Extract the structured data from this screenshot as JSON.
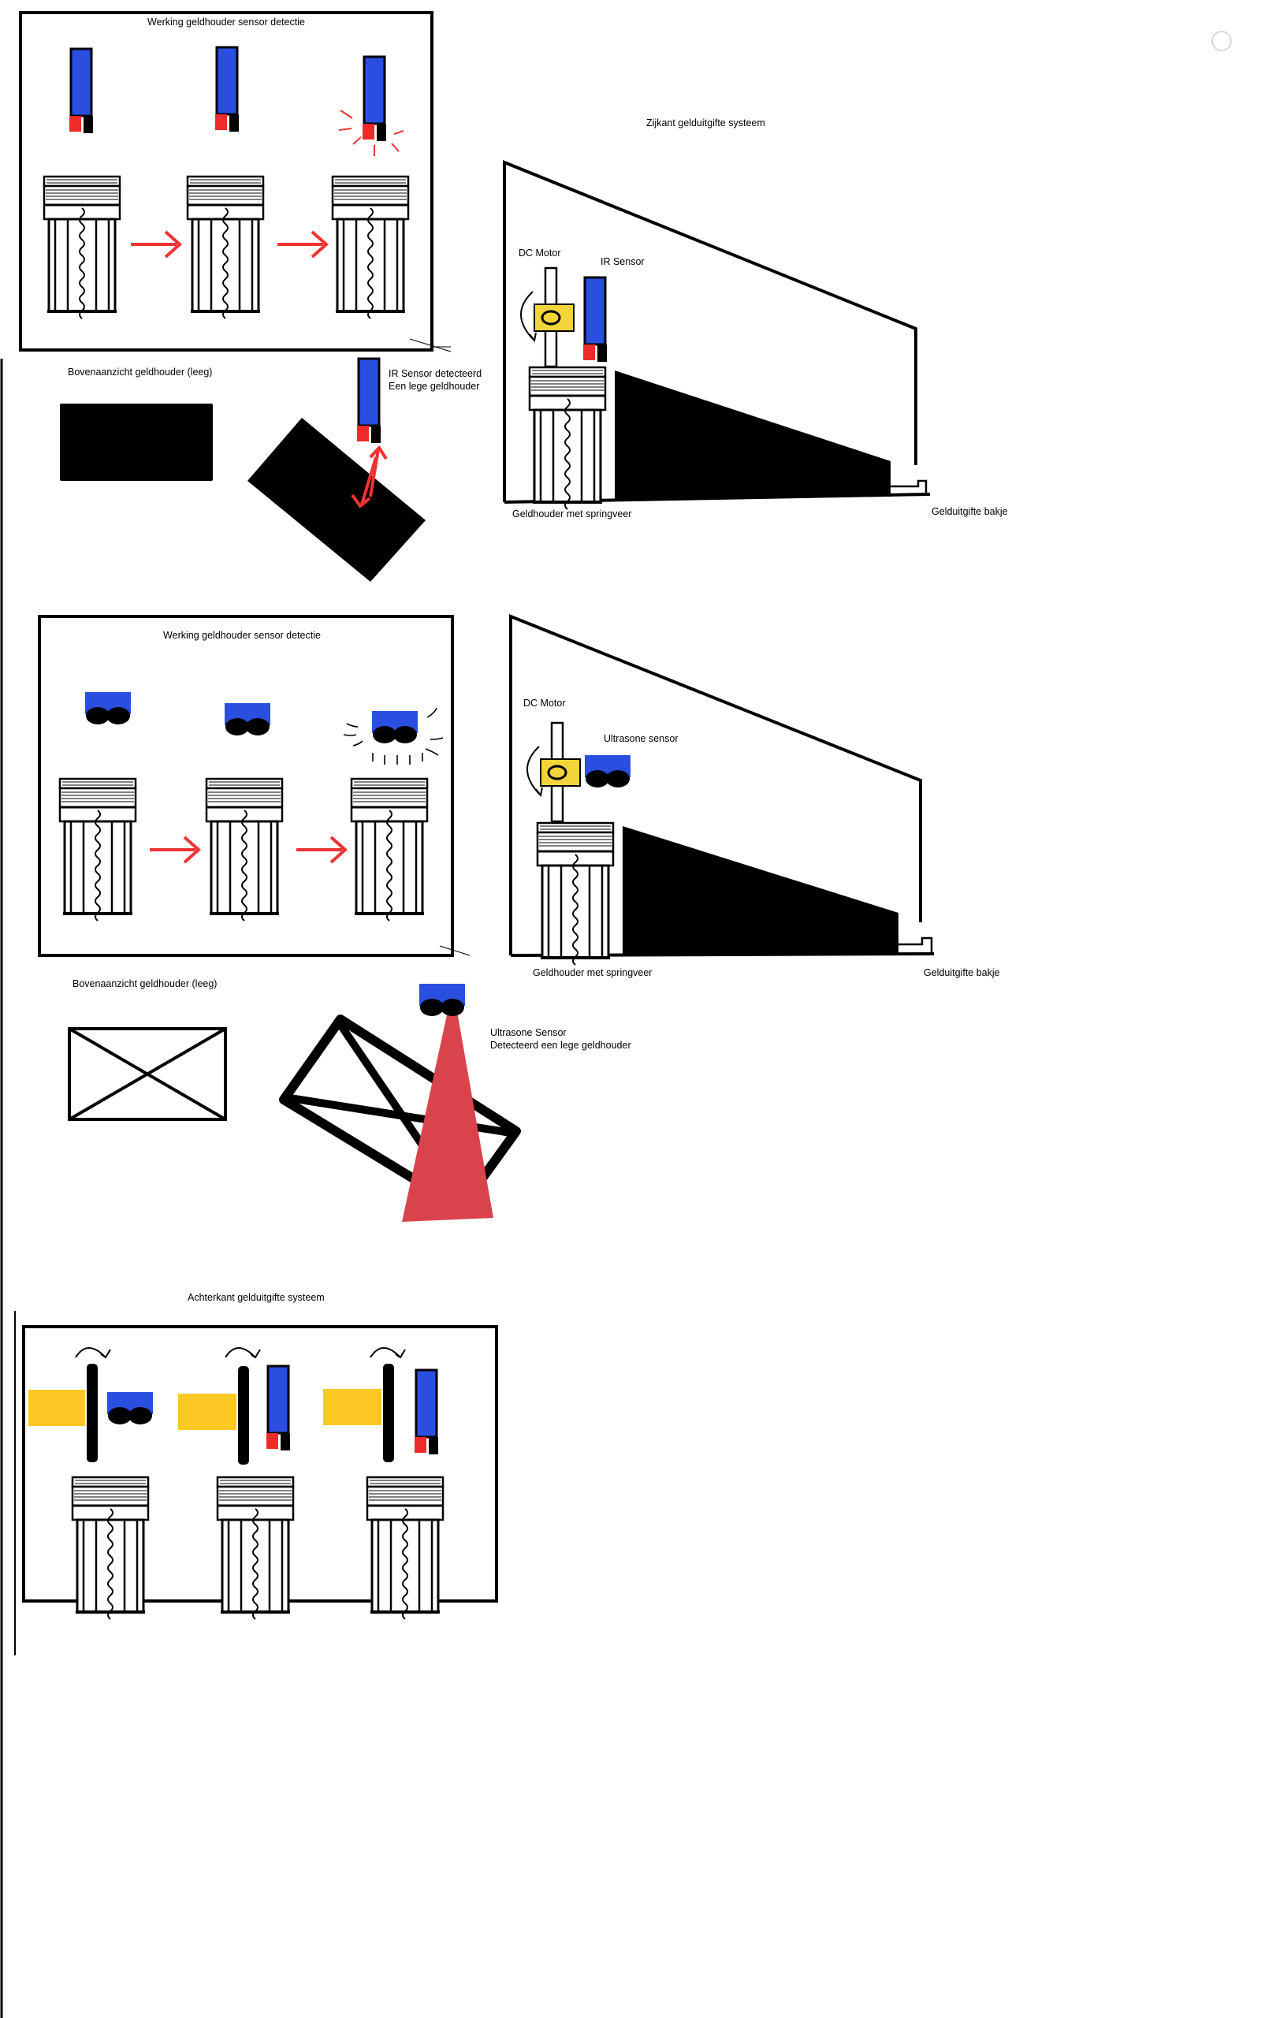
{
  "section1": {
    "panel_title": "Werking geldhouder sensor detectie",
    "side_title": "Zijkant gelduitgifte systeem",
    "dc_motor": "DC Motor",
    "ir_sensor": "IR Sensor",
    "top_view": "Bovenaanzicht geldhouder (leeg)",
    "ir_detect_line1": "IR Sensor detecteerd",
    "ir_detect_line2": "Een lege geldhouder",
    "holder_label": "Geldhouder met springveer",
    "tray_label": "Gelduitgifte bakje"
  },
  "section2": {
    "panel_title": "Werking geldhouder sensor detectie",
    "dc_motor": "DC Motor",
    "ultrasonic": "Ultrasone sensor",
    "top_view": "Bovenaanzicht geldhouder (leeg)",
    "us_detect_line1": "Ultrasone Sensor",
    "us_detect_line2": "Detecteerd een lege geldhouder",
    "holder_label": "Geldhouder met springveer",
    "tray_label": "Gelduitgifte bakje"
  },
  "section3": {
    "title": "Achterkant gelduitgifte systeem"
  },
  "colors": {
    "sensor_blue": "#2a4fe0",
    "sensor_red": "#ee2a2a",
    "arrow_red": "#ee3333",
    "motor_yellow": "#f3d43a",
    "beam_red": "#d9444c",
    "ink": "#000000"
  },
  "icons": [
    "ir-sensor-icon",
    "ultrasonic-sensor-icon",
    "dc-motor-icon",
    "money-holder-icon",
    "rotation-arrow-icon"
  ]
}
